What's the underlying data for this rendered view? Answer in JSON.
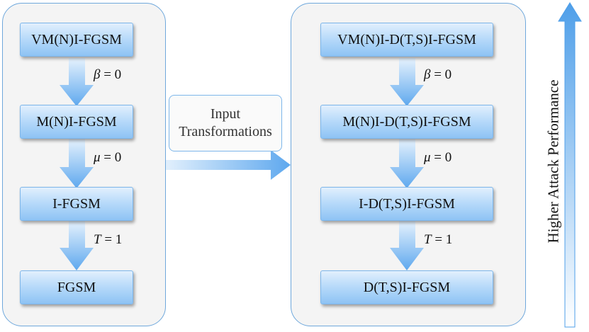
{
  "left_panel": {
    "nodes": [
      "VM(N)I-FGSM",
      "M(N)I-FGSM",
      "I-FGSM",
      "FGSM"
    ],
    "edges": [
      {
        "var": "β",
        "rest": " = 0"
      },
      {
        "var": "μ",
        "rest": " = 0"
      },
      {
        "var": "T",
        "rest": " = 1"
      }
    ]
  },
  "right_panel": {
    "nodes": [
      "VM(N)I-D(T,S)I-FGSM",
      "M(N)I-D(T,S)I-FGSM",
      "I-D(T,S)I-FGSM",
      "D(T,S)I-FGSM"
    ],
    "edges": [
      {
        "var": "β",
        "rest": " = 0"
      },
      {
        "var": "μ",
        "rest": " = 0"
      },
      {
        "var": "T",
        "rest": " = 1"
      }
    ]
  },
  "transform": {
    "line1": "Input",
    "line2": "Transformations"
  },
  "performance_label": "Higher Attack Performance",
  "colors": {
    "arrow_light": "#e6f2fd",
    "arrow_dark": "#5ea8ee",
    "panel_border": "#6fa8dc",
    "node_mid": "#b9dbfa"
  }
}
